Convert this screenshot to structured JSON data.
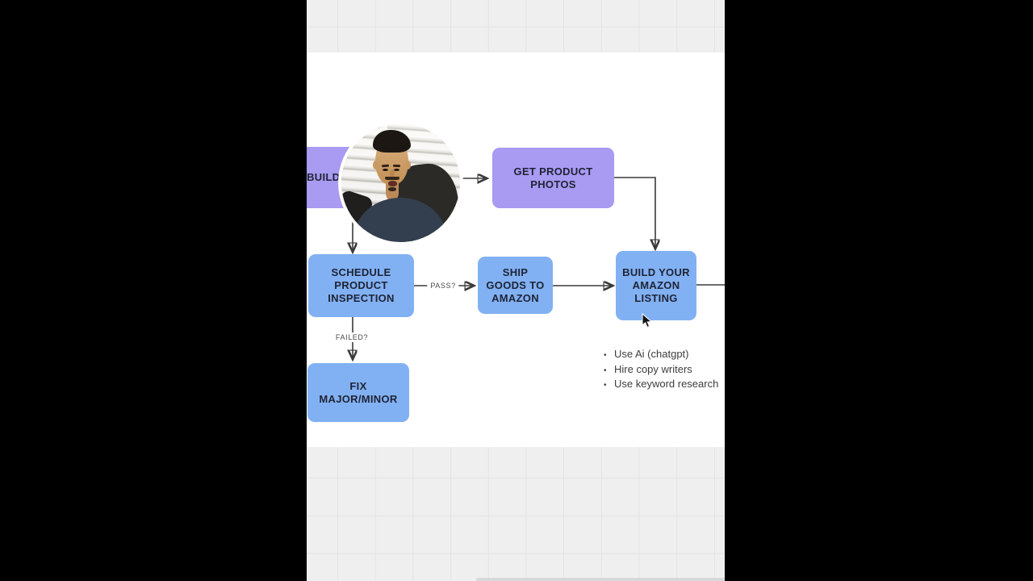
{
  "colors": {
    "purple": "#a99af2",
    "blue": "#82b1f3",
    "node_text": "#1e2334",
    "arrow": "#3a3a3a",
    "label_text": "#4a4a4a",
    "canvas_bg": "#ffffff",
    "grid_bg": "#f0efef",
    "grid_line": "#e3e3e3",
    "notes_text": "#3d3d3d",
    "scrollbar": "#d8d8d8"
  },
  "flowchart": {
    "nodes": [
      {
        "id": "build-b",
        "label": "BUILD B"
      },
      {
        "id": "get-product-photos",
        "label": "GET PRODUCT\nPHOTOS"
      },
      {
        "id": "schedule-product-inspection",
        "label": "SCHEDULE\nPRODUCT\nINSPECTION"
      },
      {
        "id": "ship-goods-to-amazon",
        "label": "SHIP\nGOODS TO\nAMAZON"
      },
      {
        "id": "build-your-amazon-listing",
        "label": "BUILD YOUR\nAMAZON\nLISTING"
      },
      {
        "id": "fix-major-minor",
        "label": "FIX\nMAJOR/MINOR"
      }
    ],
    "edge_labels": {
      "pass": "PASS?",
      "failed": "FAILED?"
    }
  },
  "notes": {
    "bullet": "•",
    "items": [
      "Use Ai (chatgpt)",
      "Hire copy writers",
      "Use keyword research"
    ]
  }
}
